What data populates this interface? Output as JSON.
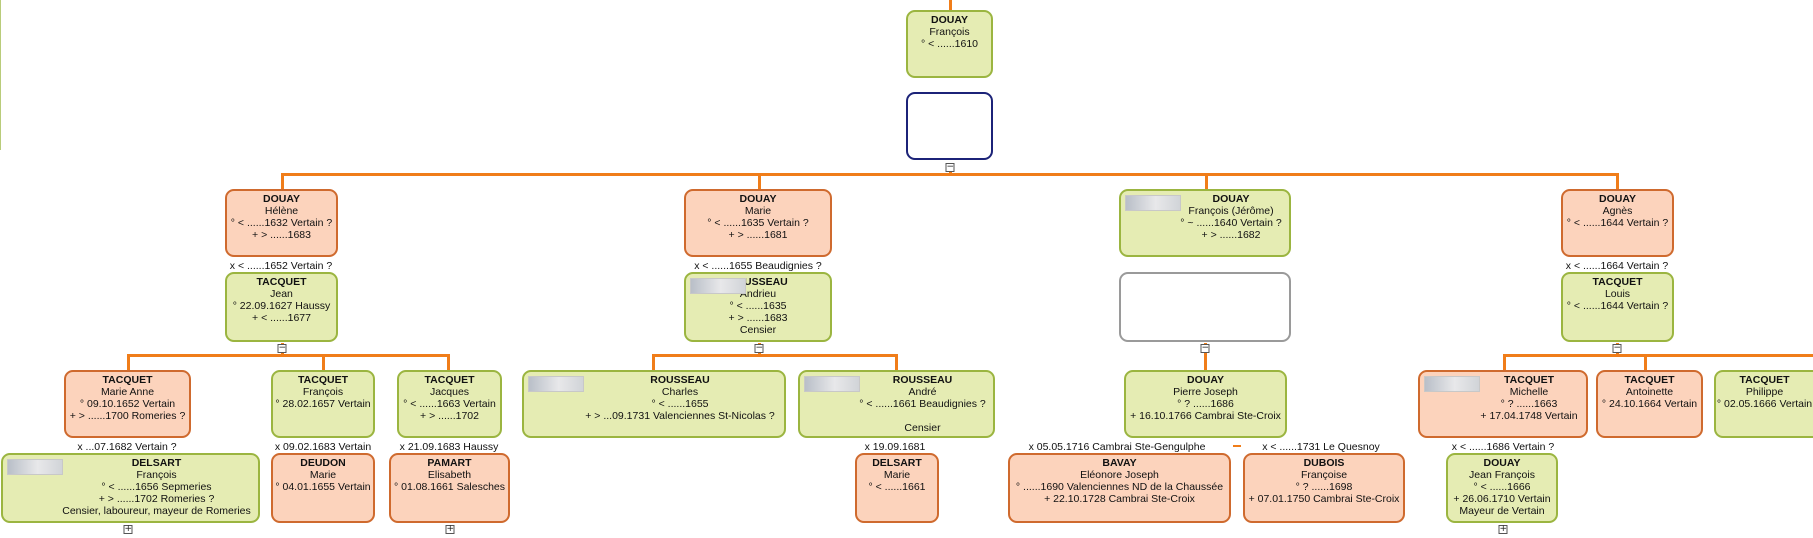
{
  "colors": {
    "line": "#f07d19",
    "male_fill": "#e5ecb3",
    "female_fill": "#fcd3bc"
  },
  "root": {
    "name": "DOUAY",
    "given": "François",
    "birth": "° < ......1610"
  },
  "gen2": {
    "helene": {
      "name": "DOUAY",
      "given": "Hélène",
      "lines": [
        "° < ......1632 Vertain ?",
        "+ > ......1683"
      ],
      "marriage": "x < ......1652 Vertain ?"
    },
    "jean": {
      "name": "TACQUET",
      "given": "Jean",
      "lines": [
        "° 22.09.1627 Haussy",
        "+ < ......1677"
      ]
    },
    "marie": {
      "name": "DOUAY",
      "given": "Marie",
      "lines": [
        "° < ......1635 Vertain ?",
        "+ > ......1681"
      ],
      "marriage": "x < ......1655 Beaudignies ?"
    },
    "andrieu": {
      "name": "ROUSSEAU",
      "given": "Andrieu",
      "lines": [
        "° < ......1635",
        "+ > ......1683",
        "Censier"
      ]
    },
    "francois_jerome": {
      "name": "DOUAY",
      "given": "François (Jérôme)",
      "lines": [
        "° ~ ......1640 Vertain ?",
        "+ > ......1682"
      ]
    },
    "agnes": {
      "name": "DOUAY",
      "given": "Agnès",
      "lines": [
        "° < ......1644 Vertain ?"
      ],
      "marriage": "x < ......1664 Vertain ?"
    },
    "louis": {
      "name": "TACQUET",
      "given": "Louis",
      "lines": [
        "° < ......1644 Vertain ?"
      ]
    }
  },
  "gen3": {
    "marie_anne": {
      "name": "TACQUET",
      "given": "Marie Anne",
      "lines": [
        "° 09.10.1652 Vertain",
        "+ > ......1700 Romeries ?"
      ],
      "marriage": "x ...07.1682 Vertain ?"
    },
    "francois_d": {
      "name": "DELSART",
      "given": "François",
      "lines": [
        "° < ......1656 Sepmeries",
        "+ > ......1702 Romeries ?",
        "Censier, laboureur, mayeur de Romeries"
      ]
    },
    "francois_t": {
      "name": "TACQUET",
      "given": "François",
      "lines": [
        "° 28.02.1657 Vertain"
      ],
      "marriage": "x 09.02.1683 Vertain"
    },
    "marie_deudon": {
      "name": "DEUDON",
      "given": "Marie",
      "lines": [
        "° 04.01.1655 Vertain"
      ]
    },
    "jacques": {
      "name": "TACQUET",
      "given": "Jacques",
      "lines": [
        "° < ......1663 Vertain",
        "+ > ......1702"
      ],
      "marriage": "x 21.09.1683 Haussy"
    },
    "elisabeth": {
      "name": "PAMART",
      "given": "Elisabeth",
      "lines": [
        "° 01.08.1661 Salesches"
      ]
    },
    "charles": {
      "name": "ROUSSEAU",
      "given": "Charles",
      "lines": [
        "° < ......1655",
        "+ > ...09.1731 Valenciennes St-Nicolas ?"
      ]
    },
    "andre": {
      "name": "ROUSSEAU",
      "given": "André",
      "lines": [
        "° < ......1661 Beaudignies ?",
        "",
        "Censier"
      ],
      "marriage": "x 19.09.1681"
    },
    "marie_delsart": {
      "name": "DELSART",
      "given": "Marie",
      "lines": [
        "° < ......1661"
      ]
    },
    "pierre_joseph": {
      "name": "DOUAY",
      "given": "Pierre Joseph",
      "lines": [
        "° ? ......1686",
        "+ 16.10.1766 Cambrai Ste-Croix"
      ],
      "marriage1": "x 05.05.1716 Cambrai Ste-Gengulphe",
      "marriage2": "x < ......1731 Le Quesnoy"
    },
    "eleonore": {
      "name": "BAVAY",
      "given": "Eléonore Joseph",
      "lines": [
        "° ......1690 Valenciennes ND de la Chaussée",
        "+ 22.10.1728 Cambrai Ste-Croix"
      ]
    },
    "francoise": {
      "name": "DUBOIS",
      "given": "Françoise",
      "lines": [
        "° ? ......1698",
        "+ 07.01.1750 Cambrai Ste-Croix"
      ]
    },
    "michelle": {
      "name": "TACQUET",
      "given": "Michelle",
      "lines": [
        "° ? ......1663",
        "+ 17.04.1748 Vertain"
      ],
      "marriage": "x < ......1686 Vertain ?"
    },
    "jean_francois": {
      "name": "DOUAY",
      "given": "Jean François",
      "lines": [
        "° < ......1666",
        "+ 26.06.1710 Vertain",
        "Mayeur de Vertain"
      ]
    },
    "antoinette": {
      "name": "TACQUET",
      "given": "Antoinette",
      "lines": [
        "° 24.10.1664 Vertain"
      ]
    },
    "philippe": {
      "name": "TACQUET",
      "given": "Philippe",
      "lines": [
        "° 02.05.1666 Vertain"
      ]
    }
  },
  "toggles": {
    "collapse": "−",
    "expand": "+"
  }
}
